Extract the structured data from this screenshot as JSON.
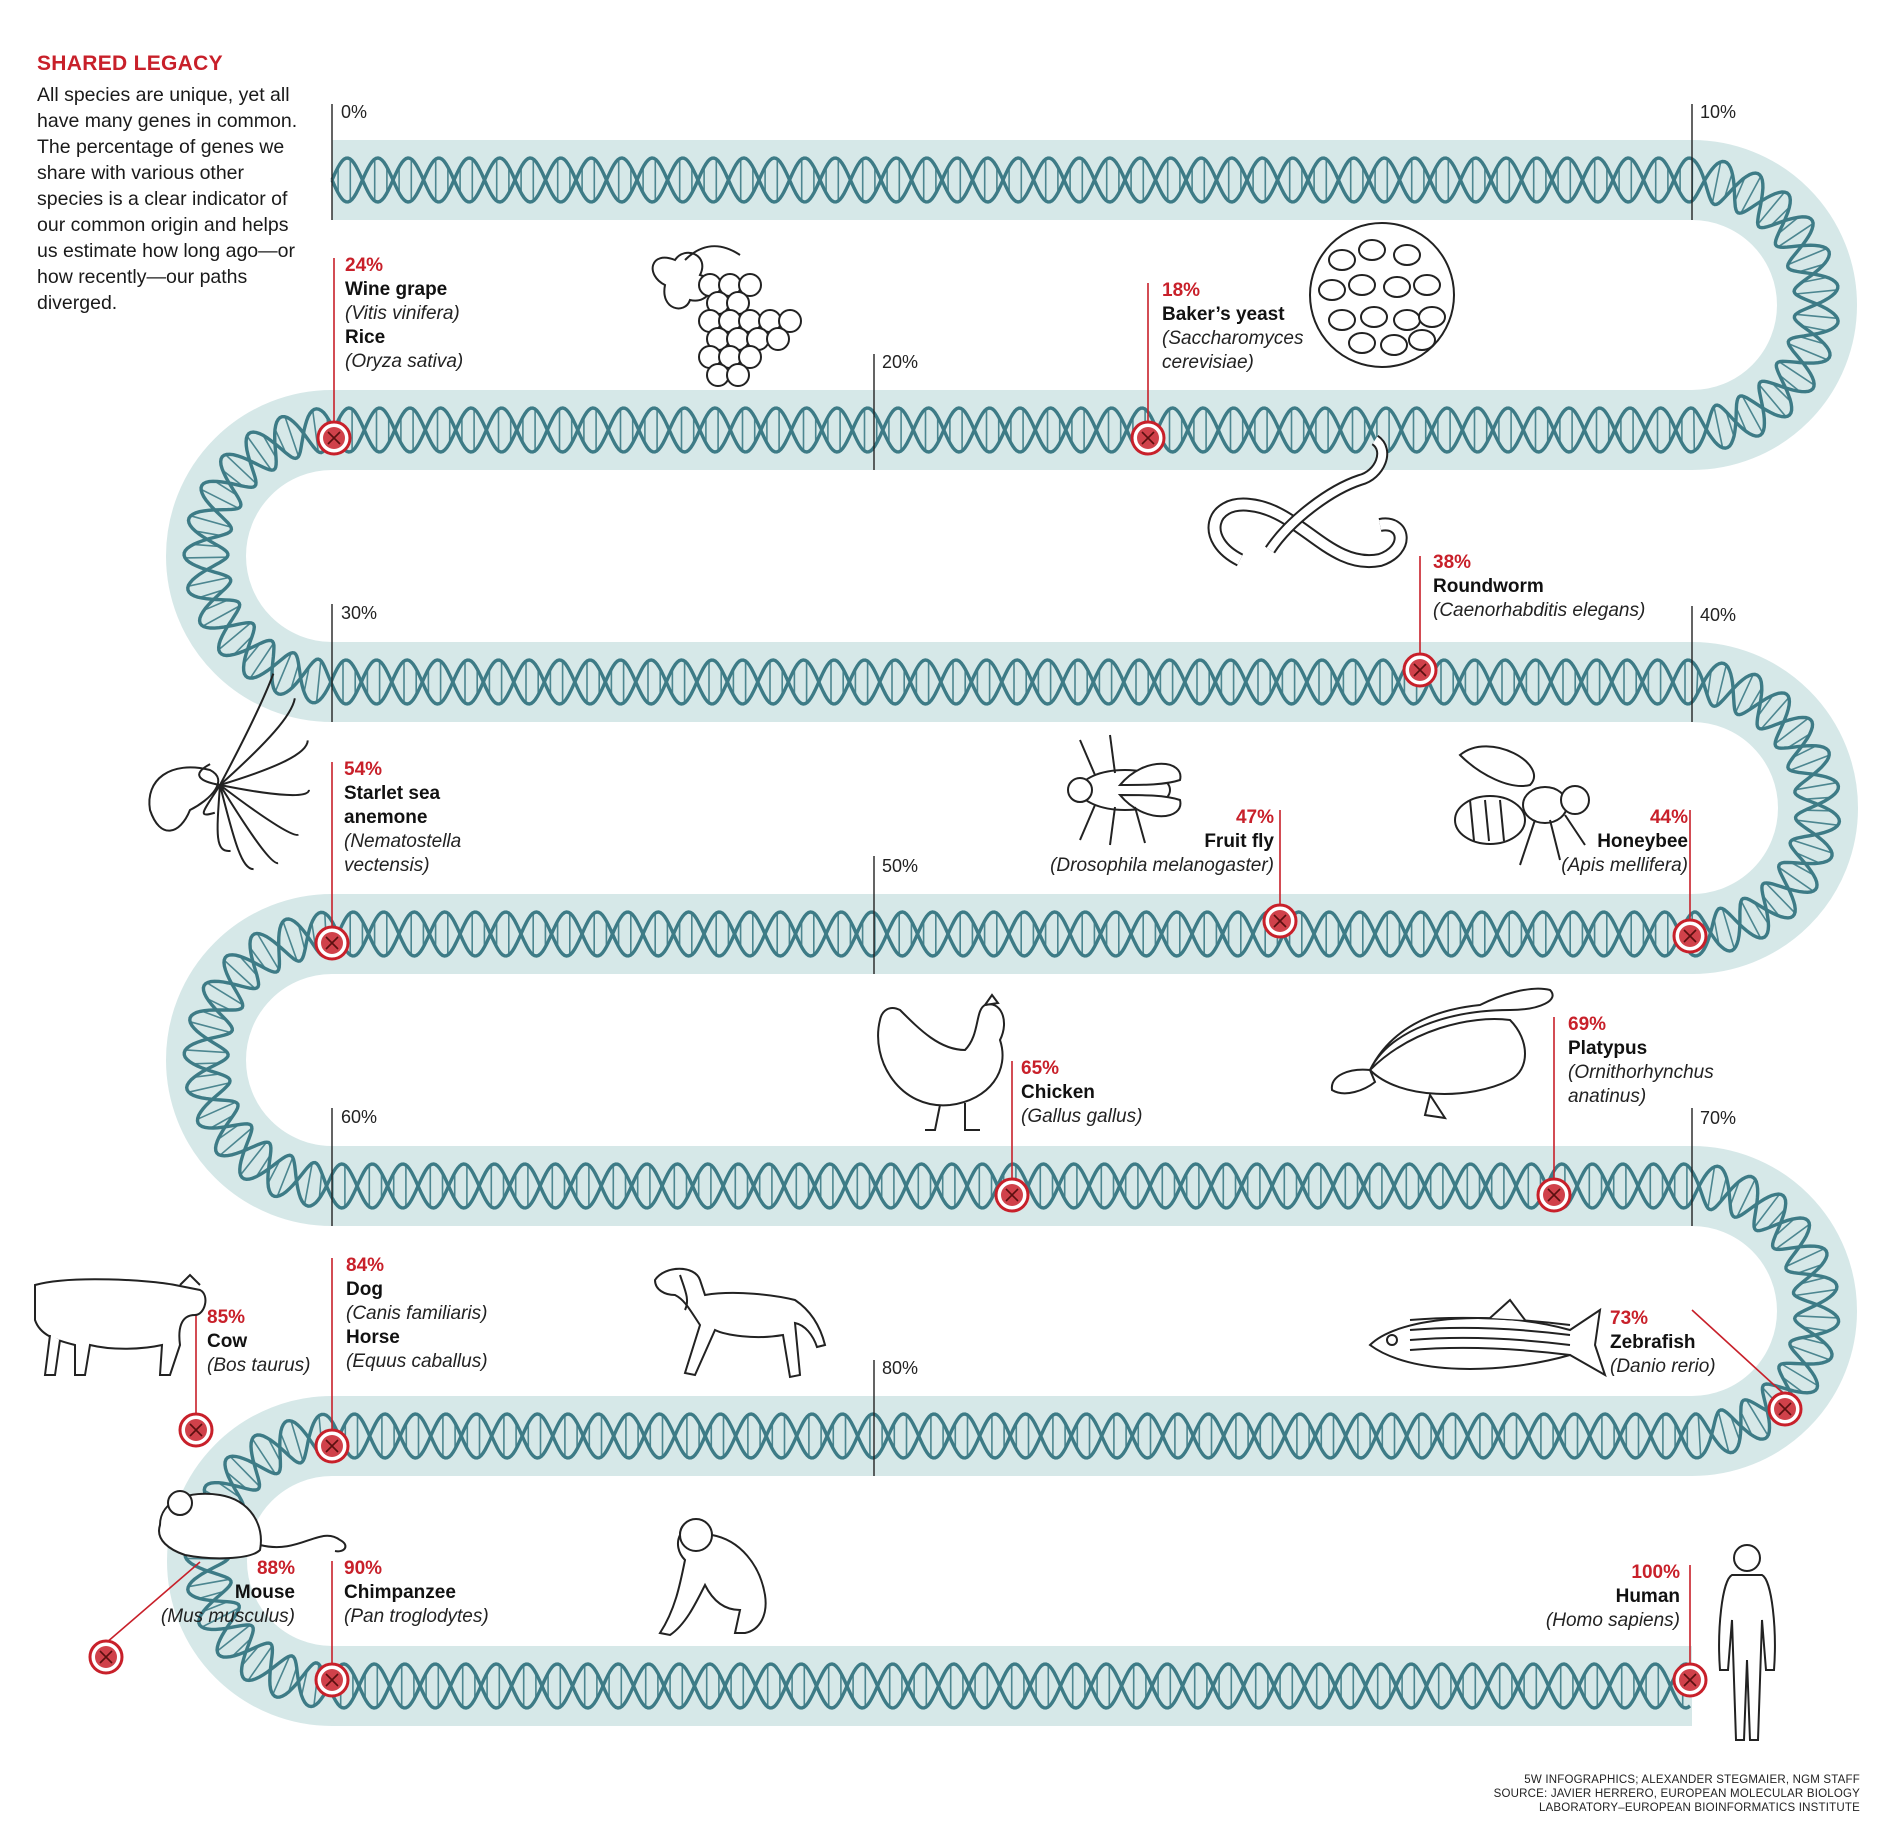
{
  "header": {
    "title": "SHARED LEGACY",
    "intro": "All species are unique, yet all have many genes in common. The percentage of genes we share with various other species is a clear indicator of our common origin and helps us estimate how long ago—or how recently—our paths diverged."
  },
  "ticks": [
    "0%",
    "10%",
    "20%",
    "30%",
    "40%",
    "50%",
    "60%",
    "70%",
    "80%"
  ],
  "species": [
    {
      "pct": "18%",
      "name": "Baker’s yeast",
      "sci": "(Saccharomyces cerevisiae)",
      "value": 18
    },
    {
      "pct": "24%",
      "name": "Wine grape",
      "sci": "(Vitis vinifera)",
      "name2": "Rice",
      "sci2": "(Oryza sativa)",
      "value": 24
    },
    {
      "pct": "38%",
      "name": "Roundworm",
      "sci": "(Caenorhabditis elegans)",
      "value": 38
    },
    {
      "pct": "44%",
      "name": "Honeybee",
      "sci": "(Apis mellifera)",
      "value": 44
    },
    {
      "pct": "47%",
      "name": "Fruit fly",
      "sci": "(Drosophila melanogaster)",
      "value": 47
    },
    {
      "pct": "54%",
      "name": "Starlet sea anemone",
      "sci": "(Nematostella vectensis)",
      "value": 54
    },
    {
      "pct": "65%",
      "name": "Chicken",
      "sci": "(Gallus gallus)",
      "value": 65
    },
    {
      "pct": "69%",
      "name": "Platypus",
      "sci": "(Ornithorhynchus anatinus)",
      "value": 69
    },
    {
      "pct": "73%",
      "name": "Zebrafish",
      "sci": "(Danio rerio)",
      "value": 73
    },
    {
      "pct": "84%",
      "name": "Dog",
      "sci": "(Canis familiaris)",
      "name2": "Horse",
      "sci2": "(Equus caballus)",
      "value": 84
    },
    {
      "pct": "85%",
      "name": "Cow",
      "sci": "(Bos taurus)",
      "value": 85
    },
    {
      "pct": "88%",
      "name": "Mouse",
      "sci": "(Mus musculus)",
      "value": 88
    },
    {
      "pct": "90%",
      "name": "Chimpanzee",
      "sci": "(Pan troglodytes)",
      "value": 90
    },
    {
      "pct": "100%",
      "name": "Human",
      "sci": "(Homo sapiens)",
      "value": 100
    }
  ],
  "credits": {
    "line1": "5W INFOGRAPHICS; ALEXANDER STEGMAIER, NGM STAFF",
    "line2": "SOURCE: JAVIER HERRERO, EUROPEAN MOLECULAR BIOLOGY",
    "line3": "LABORATORY–EUROPEAN BIOINFORMATICS INSTITUTE"
  },
  "colors": {
    "accent": "#c8202a",
    "band": "#d6e8e8",
    "helix": "#3d7b86",
    "text": "#1a1a1a"
  },
  "icons": [
    "grape-illustration",
    "yeast-illustration",
    "roundworm-illustration",
    "sea-anemone-illustration",
    "fruit-fly-illustration",
    "honeybee-illustration",
    "chicken-illustration",
    "platypus-illustration",
    "cow-illustration",
    "dog-illustration",
    "zebrafish-illustration",
    "mouse-illustration",
    "chimpanzee-illustration",
    "human-illustration"
  ]
}
